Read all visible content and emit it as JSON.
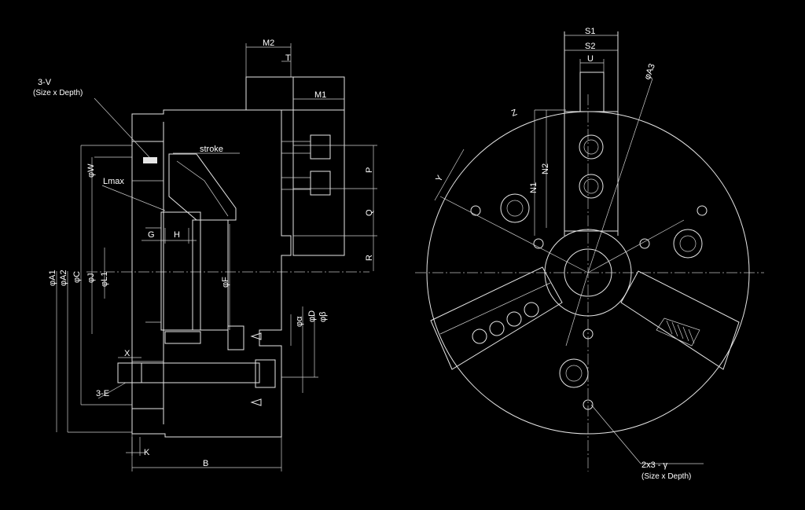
{
  "side_view": {
    "labels": {
      "v_note": "3-V",
      "v_note_sub": "(Size x Depth)",
      "stroke": "stroke",
      "lmax": "Lmax",
      "m2": "M2",
      "t": "T",
      "m1": "M1",
      "p": "P",
      "q": "Q",
      "r": "R",
      "g": "G",
      "h": "H",
      "w": "φW",
      "a1": "φA1",
      "a2": "φA2",
      "c": "φC",
      "j": "φJ",
      "l1": "φL1",
      "f": "φF",
      "alpha": "φα",
      "d": "φD",
      "beta": "φβ",
      "x": "X",
      "e": "3-E",
      "k": "K",
      "b": "B"
    }
  },
  "front_view": {
    "labels": {
      "s1": "S1",
      "s2": "S2",
      "u": "U",
      "a3": "φA3",
      "z": "Z",
      "y": "Y",
      "n1": "N1",
      "n2": "N2",
      "gamma_note": "2x3 - γ",
      "gamma_note_sub": "(Size x Depth)"
    }
  }
}
